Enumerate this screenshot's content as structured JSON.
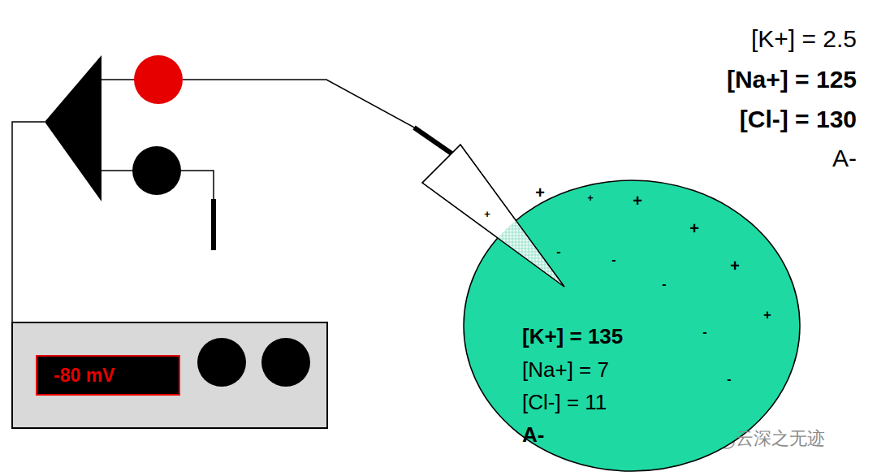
{
  "diagram": {
    "nodes": [
      {
        "text": [
          "[K+] = 135",
          "[Na+] = 7",
          "[Cl-] = 11",
          "A-"
        ]
      },
      {
        "text": [
          "-80 mV"
        ]
      }
    ],
    "labels": [
      "[K+] = 2.5",
      "[Na+] = 125",
      "[Cl-] = 130",
      "A-",
      "+",
      "+",
      "+",
      "+",
      "+",
      "+",
      "+",
      "-",
      "-",
      "-",
      "-",
      "-",
      "云深之无迹"
    ]
  }
}
